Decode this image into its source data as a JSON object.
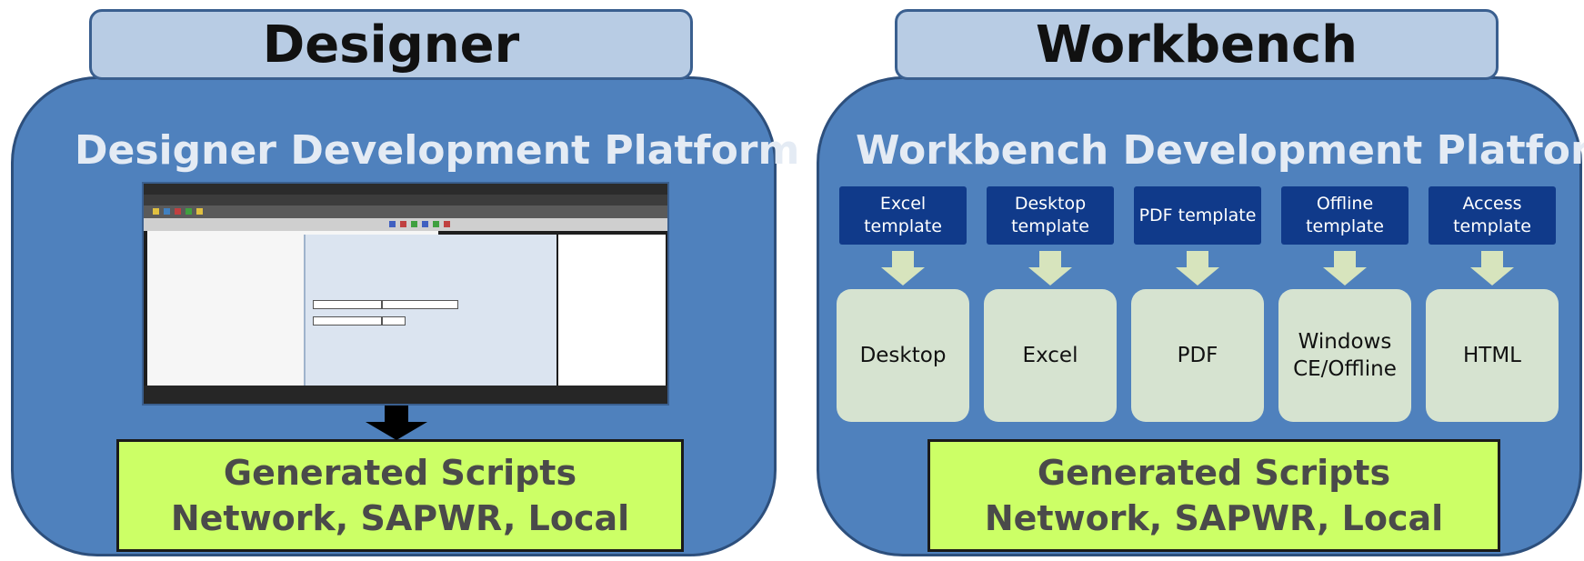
{
  "designer": {
    "tab_title": "Designer",
    "platform_title": "Designer Development Platform",
    "scripts_line1": "Generated Scripts",
    "scripts_line2": "Network, SAPWR, Local"
  },
  "workbench": {
    "tab_title": "Workbench",
    "platform_title": "Workbench Development Platform",
    "templates": [
      {
        "label": "Excel template"
      },
      {
        "label": "Desktop template"
      },
      {
        "label": "PDF template"
      },
      {
        "label": "Offline template"
      },
      {
        "label": "Access template"
      }
    ],
    "outputs": [
      {
        "label": "Desktop"
      },
      {
        "label": "Excel"
      },
      {
        "label": "PDF"
      },
      {
        "label": "Windows CE/Offline"
      },
      {
        "label": "HTML"
      }
    ],
    "scripts_line1": "Generated Scripts",
    "scripts_line2": "Network, SAPWR, Local"
  },
  "colors": {
    "panel_blue": "#4f81bd",
    "tab_blue": "#b8cce4",
    "template_navy": "#103a8a",
    "output_green": "#d6e3d0",
    "scripts_lime": "#ccff66"
  }
}
